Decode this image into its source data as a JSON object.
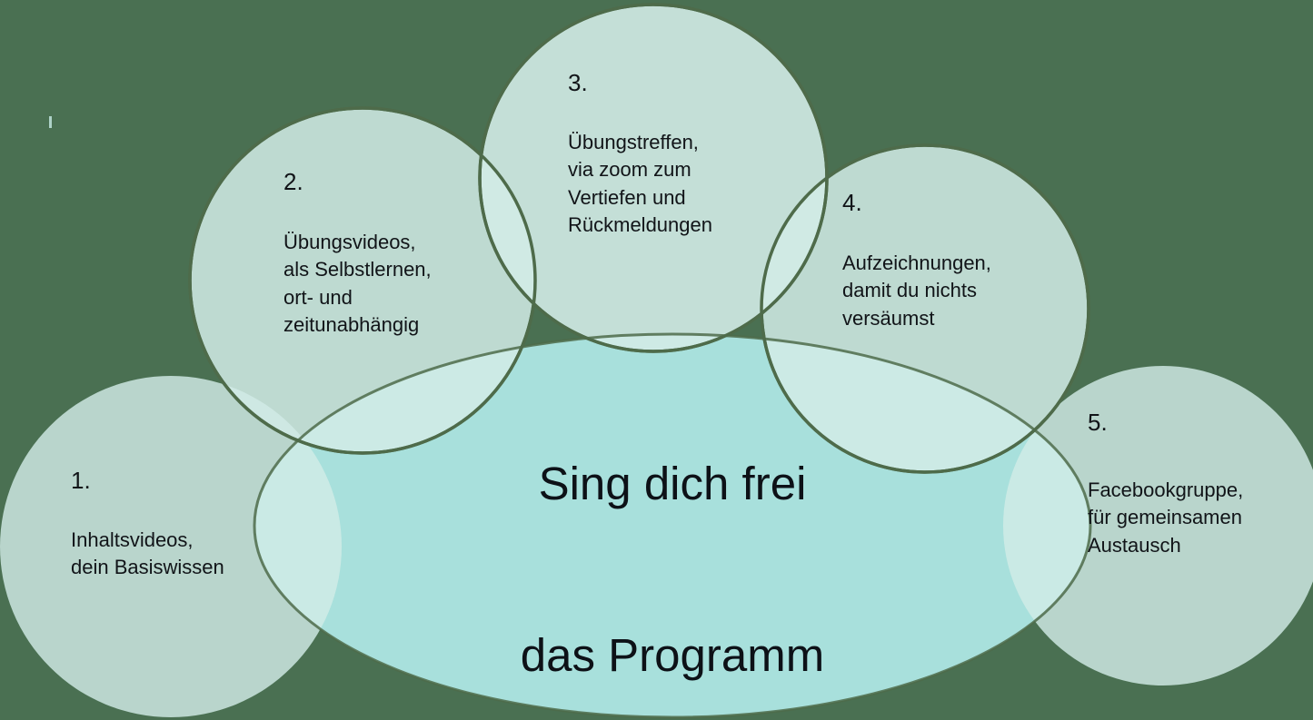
{
  "page": {
    "title": "Sing dich frei das Programm",
    "background_color": "#4a7052"
  },
  "center": {
    "name": "center-ellipse",
    "headline": "Sing dich frei\n\ndas Programm",
    "fill_color": "#a8e0dc"
  },
  "colors": {
    "canvas_background": "#4a7052",
    "bubble_fill": "#d2ebe6",
    "center_fill": "#a8e0dc",
    "overlap_fill": "#aedcd6",
    "outline_stroke": "#4e6b4a",
    "text_color": "#111418"
  },
  "bubbles": [
    {
      "number": "1.",
      "text": "Inhaltsvideos,\ndein Basiswissen",
      "name": "bubble-1-inhaltsvideos",
      "has_outline": false
    },
    {
      "number": "2.",
      "text": "Übungsvideos,\nals Selbstlernen,\nort- und\nzeitunabhängig",
      "name": "bubble-2-uebungsvideos",
      "has_outline": true
    },
    {
      "number": "3.",
      "text": "Übungstreffen,\nvia zoom zum\nVertiefen und\nRückmeldungen",
      "name": "bubble-3-uebungstreffen",
      "has_outline": true
    },
    {
      "number": "4.",
      "text": "Aufzeichnungen,\ndamit du nichts\n versäumst",
      "name": "bubble-4-aufzeichnungen",
      "has_outline": true
    },
    {
      "number": "5.",
      "text": "Facebookgruppe,\nfür gemeinsamen\nAustausch",
      "name": "bubble-5-facebookgruppe",
      "has_outline": false
    }
  ]
}
